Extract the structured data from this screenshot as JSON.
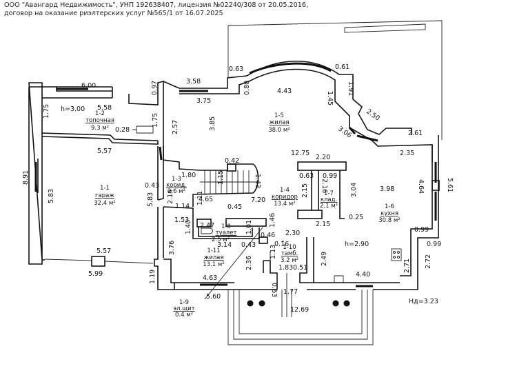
{
  "header": {
    "line1": "ООО \"Авангард Недвижимость\", УНП 192638407, лицензия №02240/308 от 20.05.2016,",
    "line2": "договор на оказание риэлтерских услуг №565/1 от 16.07.2025"
  },
  "rooms": [
    {
      "id": "1-1",
      "name": "гараж",
      "area": "32.4 м²"
    },
    {
      "id": "1-2",
      "name": "топочная",
      "area": "9.3 м²"
    },
    {
      "id": "1-3",
      "name": "корид.",
      "area": "2.6 м²"
    },
    {
      "id": "1-4",
      "name": "коридор",
      "area": "13.4 м²"
    },
    {
      "id": "1-5",
      "name": "жилая",
      "area": "38.0 м²"
    },
    {
      "id": "1-6",
      "name": "кухня",
      "area": "30.8 м²"
    },
    {
      "id": "1-7",
      "name": "клад.",
      "area": "2.1 м²"
    },
    {
      "id": "1-8",
      "name": "туалет",
      "area": "2.5 м²"
    },
    {
      "id": "1-9",
      "name": "эл.щит",
      "area": "0.4 м²"
    },
    {
      "id": "1-10",
      "name": "тамб.",
      "area": "3.2 м²"
    },
    {
      "id": "1-11",
      "name": "жилая",
      "area": "13.1 м²"
    }
  ],
  "heights": {
    "boiler": "h=3.00",
    "kitchen": "h=2.90",
    "outer": "Нд=3.23"
  },
  "dimensions": {
    "d600": "6.00",
    "d558": "5.58",
    "d175a": "1.75",
    "d175b": "1.75",
    "d028": "0.28",
    "d557a": "5.57",
    "d097": "0.97",
    "d358": "3.58",
    "d375": "3.75",
    "d257": "2.57",
    "d385": "3.85",
    "d063a": "0.63",
    "d080": "0.80",
    "d443": "4.43",
    "d145": "1.45",
    "d061": "0.61",
    "d191": "1.91",
    "d250": "2.50",
    "d306": "3.06",
    "d261": "2.61",
    "d235": "2.35",
    "d1275": "12.75",
    "d220": "2.20",
    "d063b": "0.63",
    "d099a": "0.99",
    "d215a": "2.15",
    "d216": "2.16",
    "d304": "3.04",
    "d398": "3.98",
    "d464": "4.64",
    "d561": "5.61",
    "d025": "0.25",
    "d215b": "2.15",
    "d099b": "0.99",
    "d099c": "0.99",
    "d891": "8.91",
    "d583a": "5.83",
    "d583b": "5.83",
    "d043": "0.43",
    "d180": "1.80",
    "d042": "0.42",
    "d115": "1.15",
    "d143": "1.43",
    "d465": "4.65",
    "d214": "2.14",
    "d111": "1.11",
    "d114": "1.14",
    "d720": "7.20",
    "d045": "0.45",
    "d153": "1.53",
    "d140": "1.40",
    "d247": "2.47",
    "d101": "1.01",
    "d146": "1.46",
    "d230": "2.30",
    "d046": "0.46",
    "d314": "3.14",
    "d043b": "0.43",
    "d016": "0.16",
    "d113": "1.13",
    "d376": "3.76",
    "d236": "2.36",
    "d249": "2.49",
    "d183": "1.83",
    "d051": "0.51",
    "d463": "4.63",
    "d440": "4.40",
    "d271": "2.71",
    "d272": "2.72",
    "d557b": "5.57",
    "d599": "5.99",
    "d119": "1.19",
    "d560": "5.60",
    "d063c": "0.63",
    "d177": "1.77",
    "d1269": "12.69"
  }
}
